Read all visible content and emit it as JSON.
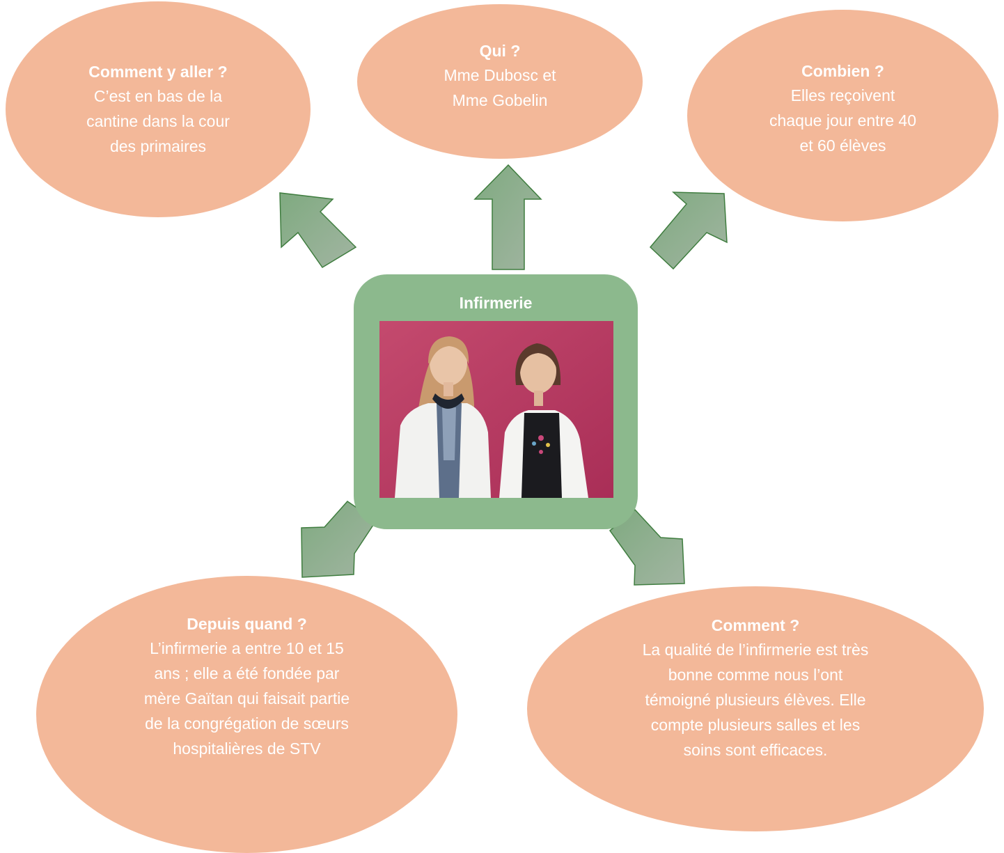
{
  "center": {
    "title": "Infirmerie"
  },
  "bubbles": {
    "comment_y_aller": {
      "title": "Comment y aller ?",
      "text": "C’est en bas de la\ncantine dans la cour\ndes primaires"
    },
    "qui": {
      "title": "Qui ?",
      "text": "Mme Dubosc et\nMme Gobelin"
    },
    "combien": {
      "title": "Combien ?",
      "text": "Elles reçoivent\nchaque jour entre 40\net 60 élèves"
    },
    "depuis_quand": {
      "title": "Depuis quand ?",
      "text": "L’infirmerie a entre 10 et 15\nans ; elle a été fondée par\nmère Gaïtan qui faisait partie\nde la congrégation de sœurs\nhospitalières de STV"
    },
    "comment": {
      "title": "Comment ?",
      "text": "La qualité de l’infirmerie est très\nbonne comme nous l’ont\ntémoigné plusieurs élèves. Elle\ncompte plusieurs salles et les\nsoins sont efficaces."
    }
  },
  "colors": {
    "bubble": "#f3b899",
    "center_card": "#8cb98d",
    "arrow_fill_start": "#7faa80",
    "arrow_fill_end": "#a2b5a2",
    "arrow_stroke": "#3f7d3f",
    "photo_background": "#b73a63"
  }
}
